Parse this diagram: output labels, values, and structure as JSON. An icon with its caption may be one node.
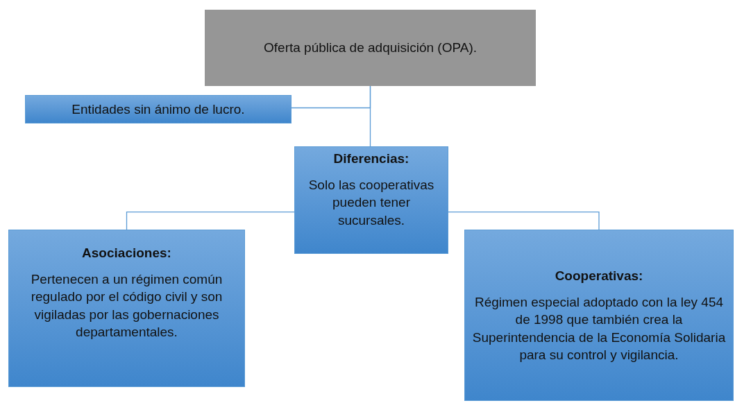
{
  "diagram": {
    "nodes": [
      {
        "text": [
          "Oferta pública de adquisición (OPA)."
        ]
      },
      {
        "text": [
          "Entidades sin ánimo de lucro."
        ]
      },
      {
        "text": [
          "Diferencias:",
          "Solo las cooperativas pueden tener sucursales."
        ]
      },
      {
        "text": [
          "Asociaciones:",
          "Pertenecen a un régimen común regulado por el código civil y son vigiladas por las gobernaciones departamentales."
        ]
      },
      {
        "text": [
          "Cooperativas:",
          "Régimen especial adoptado con la ley 454 de 1998 que también crea la Superintendencia de la Economía Solidaria para su control y vigilancia."
        ]
      }
    ],
    "edges": [
      {
        "from": 0,
        "to": 1,
        "arrow": "none"
      },
      {
        "from": 0,
        "to": 2,
        "arrow": "none"
      },
      {
        "from": 2,
        "to": 3,
        "arrow": "none"
      },
      {
        "from": 2,
        "to": 4,
        "arrow": "none"
      }
    ]
  }
}
